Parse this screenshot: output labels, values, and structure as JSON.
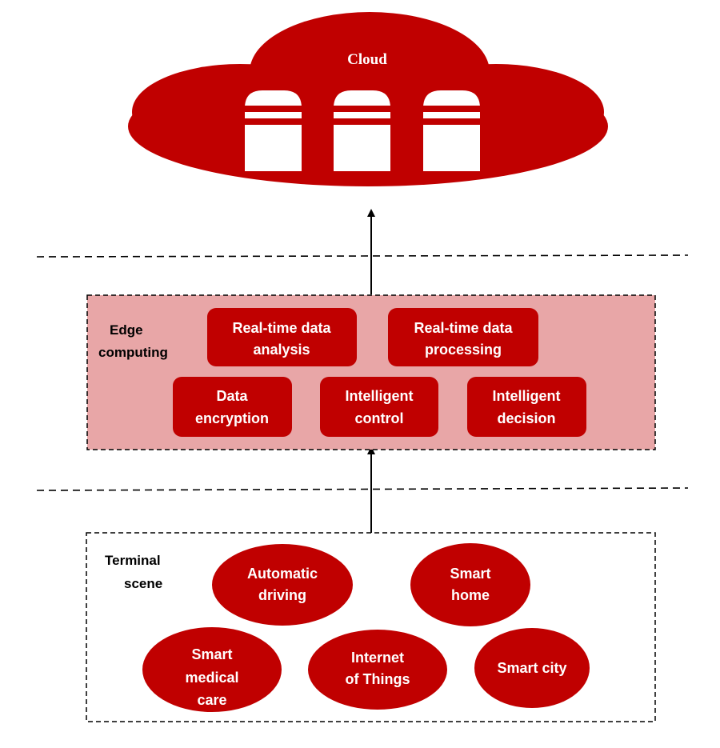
{
  "colors": {
    "primary_red": "#c00000",
    "edge_panel_fill": "#e8a6a7",
    "server_white": "#ffffff",
    "line": "#000000"
  },
  "cloud": {
    "title": "Cloud",
    "icons": [
      "server-icon",
      "server-icon",
      "server-icon"
    ]
  },
  "edge_layer": {
    "label_line1": "Edge",
    "label_line2": "computing",
    "boxes": [
      {
        "line1": "Real-time data",
        "line2": "analysis"
      },
      {
        "line1": "Real-time data",
        "line2": "processing"
      },
      {
        "line1": "Data",
        "line2": "encryption"
      },
      {
        "line1": "Intelligent",
        "line2": "control"
      },
      {
        "line1": "Intelligent",
        "line2": "decision"
      }
    ]
  },
  "terminal_layer": {
    "label_line1": "Terminal",
    "label_line2": "scene",
    "scenes": [
      {
        "line1": "Automatic",
        "line2": "driving"
      },
      {
        "line1": "Smart",
        "line2": "home"
      },
      {
        "line1": "Smart",
        "line2": "medical",
        "line3": "care"
      },
      {
        "line1": "Internet",
        "line2": "of Things"
      },
      {
        "line1": "Smart city"
      }
    ]
  }
}
